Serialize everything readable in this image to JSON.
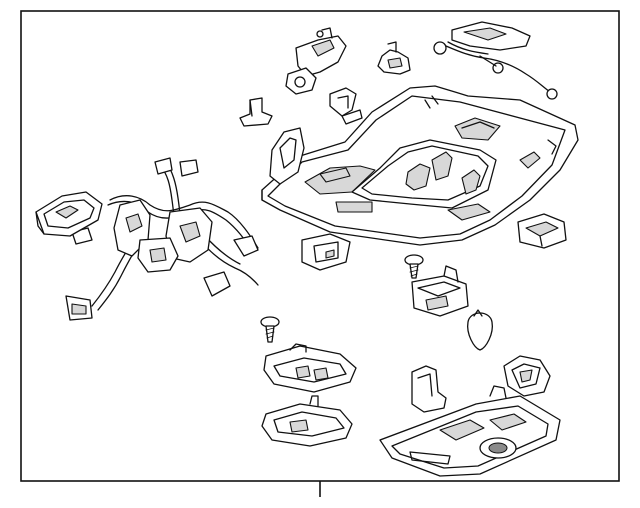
{
  "diagram": {
    "parts": [
      {
        "id": "overhead-console-housing"
      },
      {
        "id": "wiring-harness"
      },
      {
        "id": "switch-connector-left"
      },
      {
        "id": "clip-upper-left"
      },
      {
        "id": "bracket-upper"
      },
      {
        "id": "retainer-upper"
      },
      {
        "id": "sensor-harness"
      },
      {
        "id": "clip-small"
      },
      {
        "id": "bracket-small-mid"
      },
      {
        "id": "lamp-socket-right"
      },
      {
        "id": "screw-upper"
      },
      {
        "id": "switch-module-mid"
      },
      {
        "id": "bulb"
      },
      {
        "id": "screw-lower"
      },
      {
        "id": "lamp-assembly-lower-left"
      },
      {
        "id": "lamp-lens-lower-left"
      },
      {
        "id": "mount-bracket-lower"
      },
      {
        "id": "clip-lower-right"
      },
      {
        "id": "console-trim-panel"
      }
    ],
    "colors": {
      "line": "#111111",
      "shade": "#d8d8d8",
      "background": "#ffffff"
    }
  }
}
